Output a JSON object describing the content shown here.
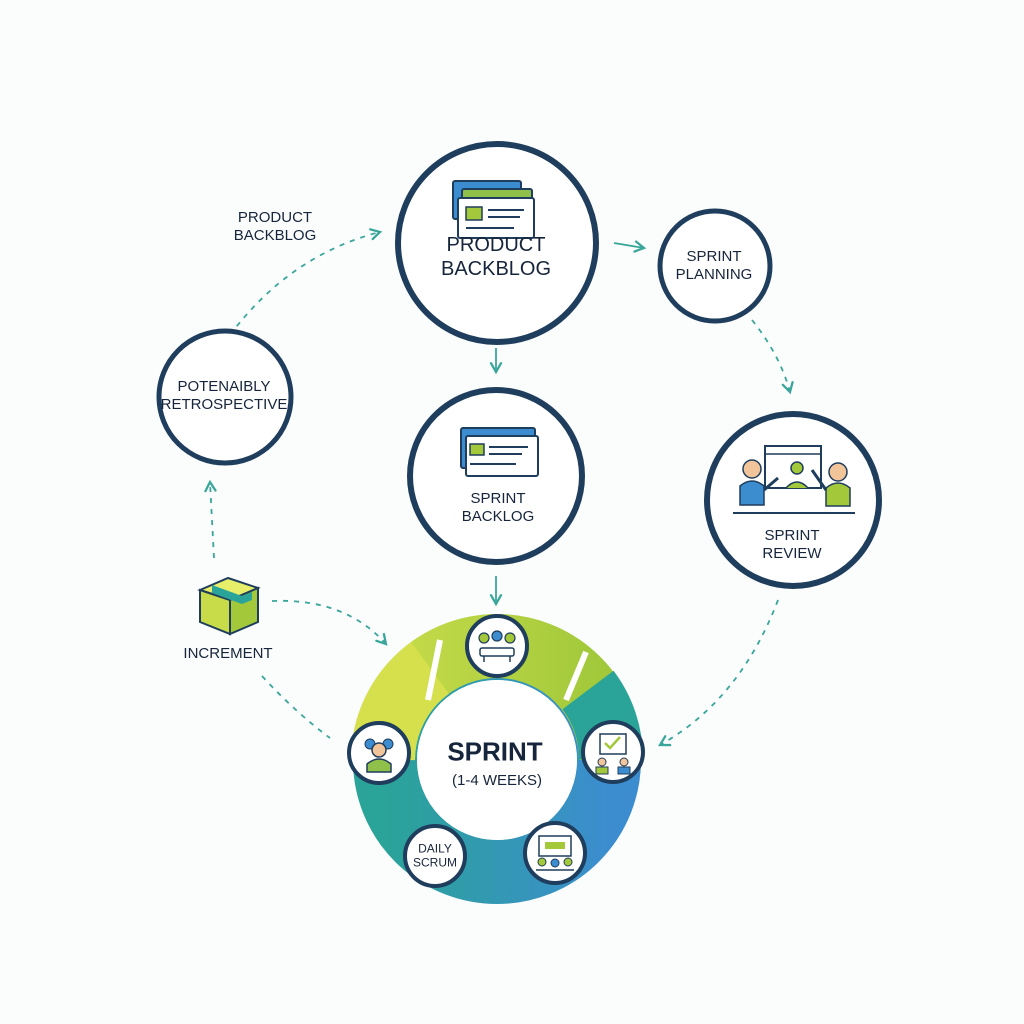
{
  "nodes": {
    "product_backlog_label": {
      "line1": "PRODUCT",
      "line2": "BACKBLOG"
    },
    "product_backlog": {
      "line1": "PRODUCT",
      "line2": "BACKBLOG",
      "icon": "backlog-cards-icon"
    },
    "sprint_planning": {
      "line1": "SPRINT",
      "line2": "PLANNING"
    },
    "retrospective": {
      "line1": "POTENAIBLY",
      "line2": "RETROSPECTIVE"
    },
    "sprint_backlog": {
      "line1": "SPRINT",
      "line2": "BACKLOG",
      "icon": "backlog-cards-icon"
    },
    "sprint_review": {
      "line1": "SPRINT",
      "line2": "REVIEW",
      "icon": "presentation-team-icon"
    },
    "increment": {
      "label": "INCREMENT",
      "icon": "package-box-icon"
    },
    "sprint": {
      "title": "SPRINT",
      "subtitle": "(1-4 WEEKS)"
    },
    "daily_scrum": {
      "line1": "DAILY",
      "line2": "SCRUM"
    }
  },
  "ring_icons": [
    "team-meeting-icon",
    "checklist-board-icon",
    "screen-meeting-icon",
    "team-member-icon"
  ],
  "colors": {
    "navy": "#1f3d5c",
    "ink": "#16253b",
    "lime": "#a3c93a",
    "yellow_green": "#c8dc4a",
    "teal": "#2aa398",
    "blue": "#3c8dcf",
    "arrow": "#3aa69a"
  }
}
